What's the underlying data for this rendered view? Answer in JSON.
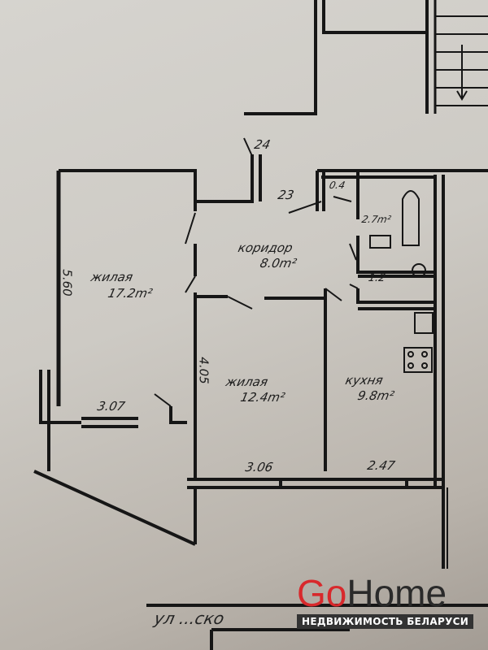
{
  "plan": {
    "stair_label": "24",
    "entrance_label": "23",
    "closet_area": "0.4",
    "bathroom_area": "2.7m²",
    "toilet_area": "1.2",
    "corridor": {
      "name": "коридор",
      "area": "8.0m²"
    },
    "living_room_1": {
      "name": "жилая",
      "area": "17.2m²",
      "length": "5.60",
      "width": "3.07"
    },
    "living_room_2": {
      "name": "жилая",
      "area": "12.4m²",
      "length": "4.05",
      "width": "3.06"
    },
    "kitchen": {
      "name": "кухня",
      "area": "9.8m²",
      "width": "2.47"
    },
    "street_label": "ул ...ско"
  },
  "watermark": {
    "brand_part1": "Go",
    "brand_part2": "Home",
    "tagline": "НЕДВИЖИМОСТЬ БЕЛАРУСИ",
    "brand_color": "#d8292c"
  }
}
